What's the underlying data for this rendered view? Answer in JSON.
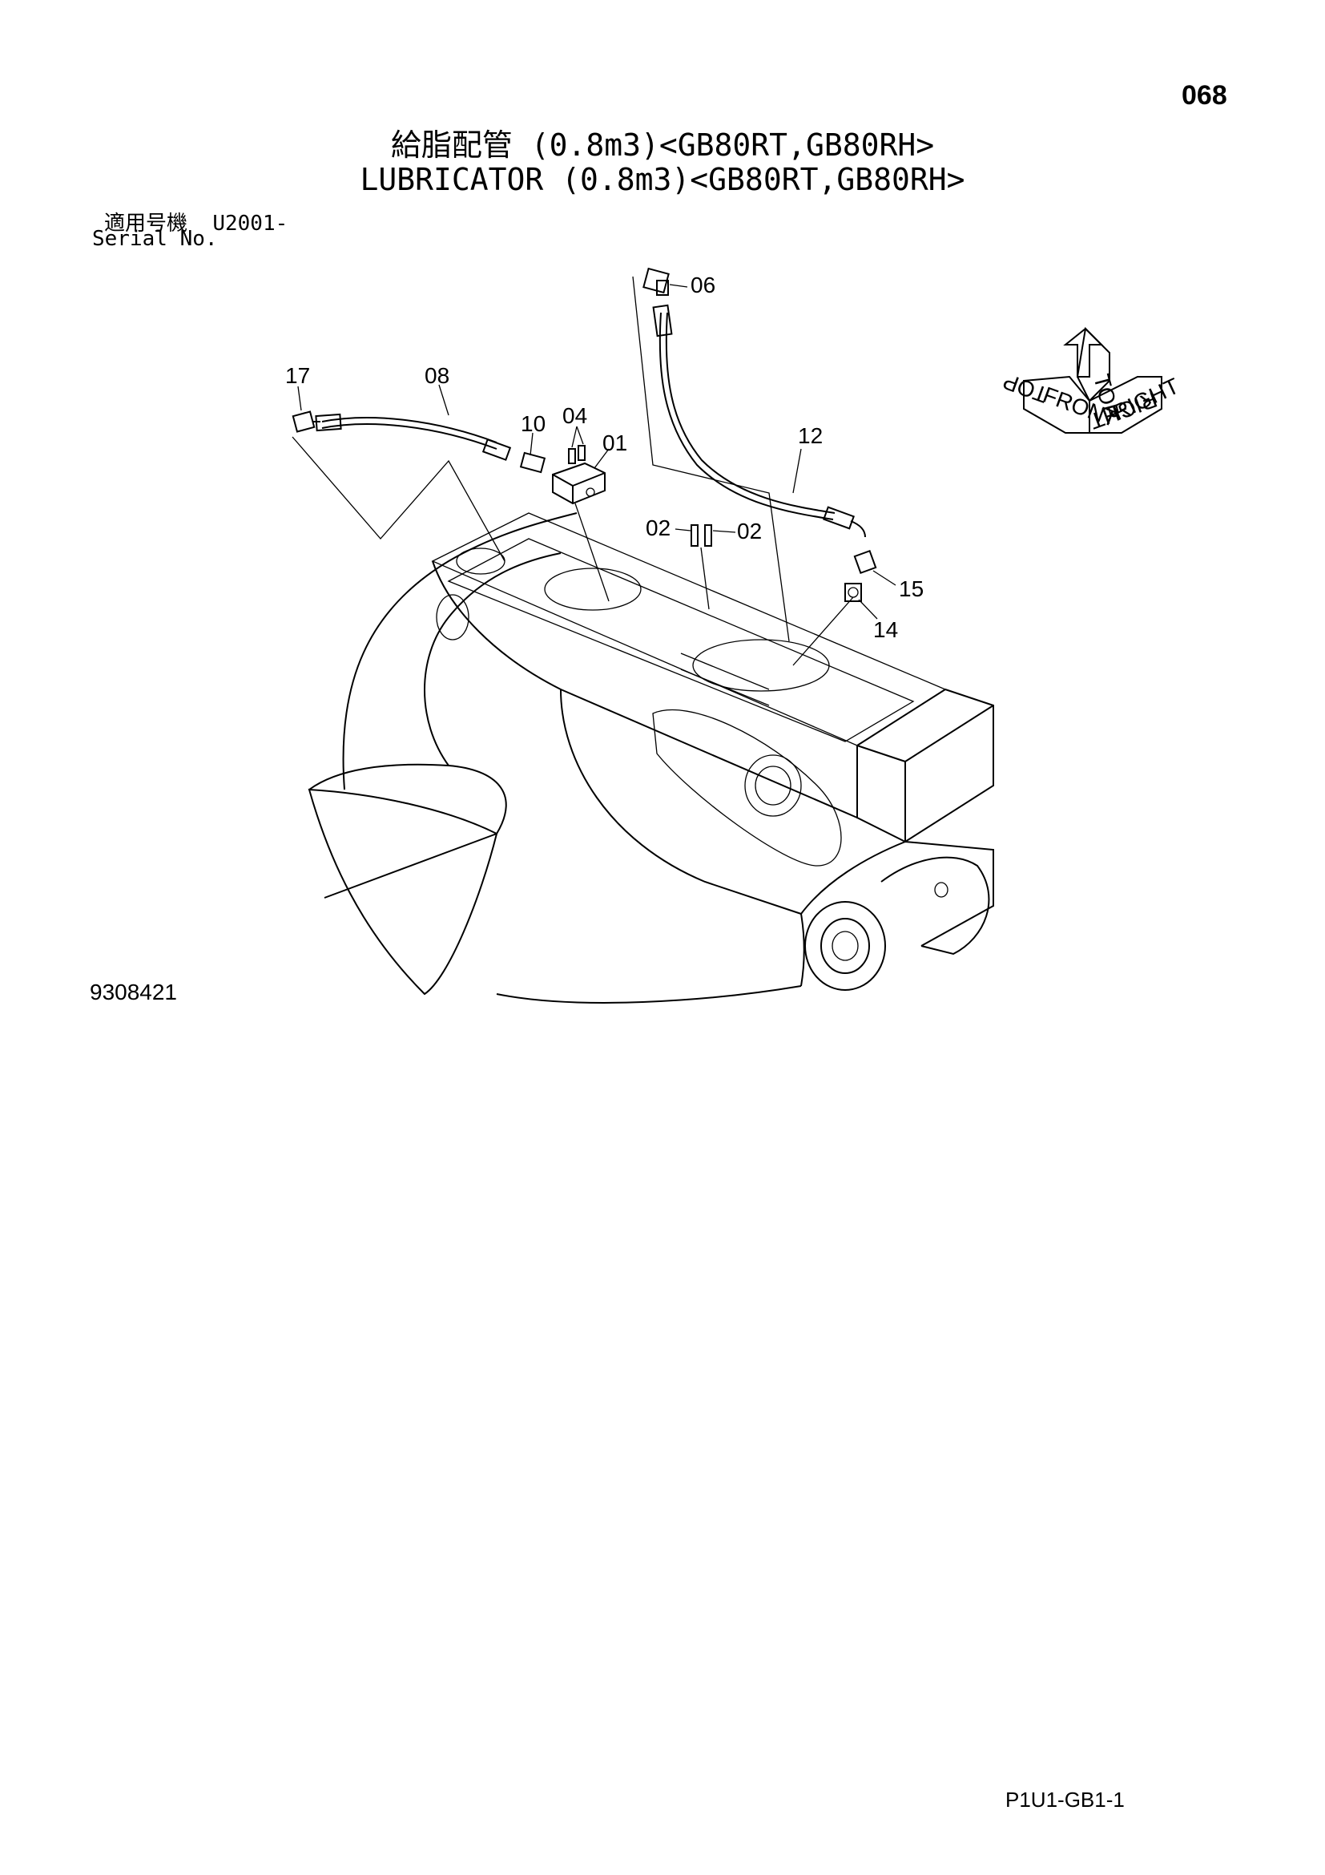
{
  "page_number": "068",
  "title": {
    "japanese": "給脂配管 (0.8m3)<GB80RT,GB80RH>",
    "english": "LUBRICATOR (0.8m3)<GB80RT,GB80RH>"
  },
  "serial": {
    "label_ja": "適用号機",
    "value": "U2001-",
    "label_en": "Serial No."
  },
  "compass": {
    "top": "TOP",
    "front": "FRONT",
    "right": "RIGHT",
    "top2": "TOP",
    "right2": "RIGHT"
  },
  "callouts": [
    "06",
    "17",
    "08",
    "10",
    "04",
    "01",
    "12",
    "02",
    "02",
    "15",
    "14"
  ],
  "figure_number": "9308421",
  "page_code": "P1U1-GB1-1"
}
